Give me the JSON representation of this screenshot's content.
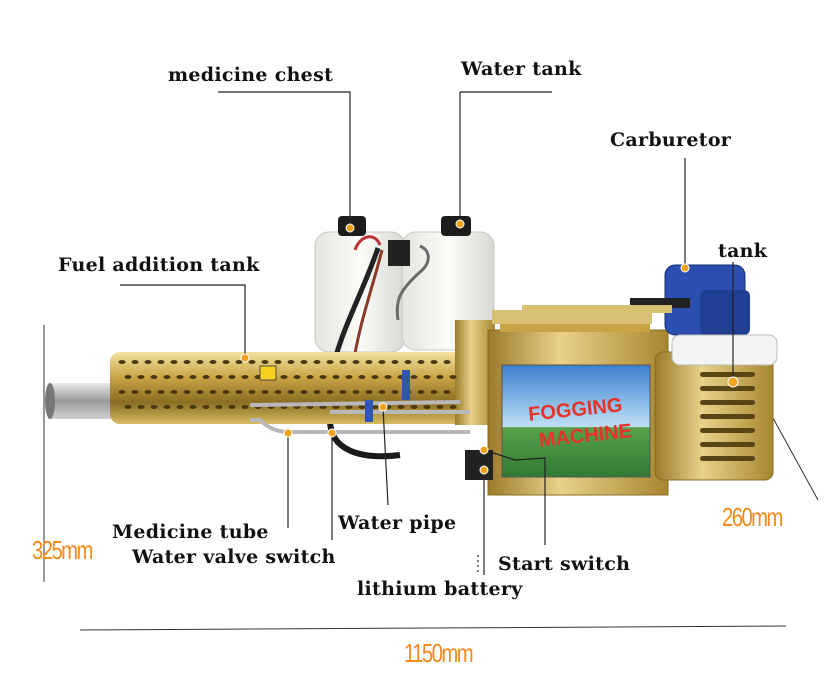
{
  "labels": {
    "medicine_chest": "medicine chest",
    "water_tank": "Water tank",
    "carburetor": "Carburetor",
    "tank": "tank",
    "fuel_addition_tank": "Fuel addition tank",
    "medicine_tube": "Medicine tube",
    "water_valve_switch": "Water valve switch",
    "water_pipe": "Water pipe",
    "start_switch": "Start switch",
    "lithium_battery": "lithium battery"
  },
  "dimensions": {
    "height": "325mm",
    "width": "260mm",
    "length": "1150mm"
  },
  "panel": {
    "line1": "FOGGING",
    "line2": "MACHINE"
  },
  "colors": {
    "dimension": "#f28a1c",
    "marker": "#f2a31b",
    "gold": "#d4b04a",
    "panel_text": "#e5332a"
  }
}
